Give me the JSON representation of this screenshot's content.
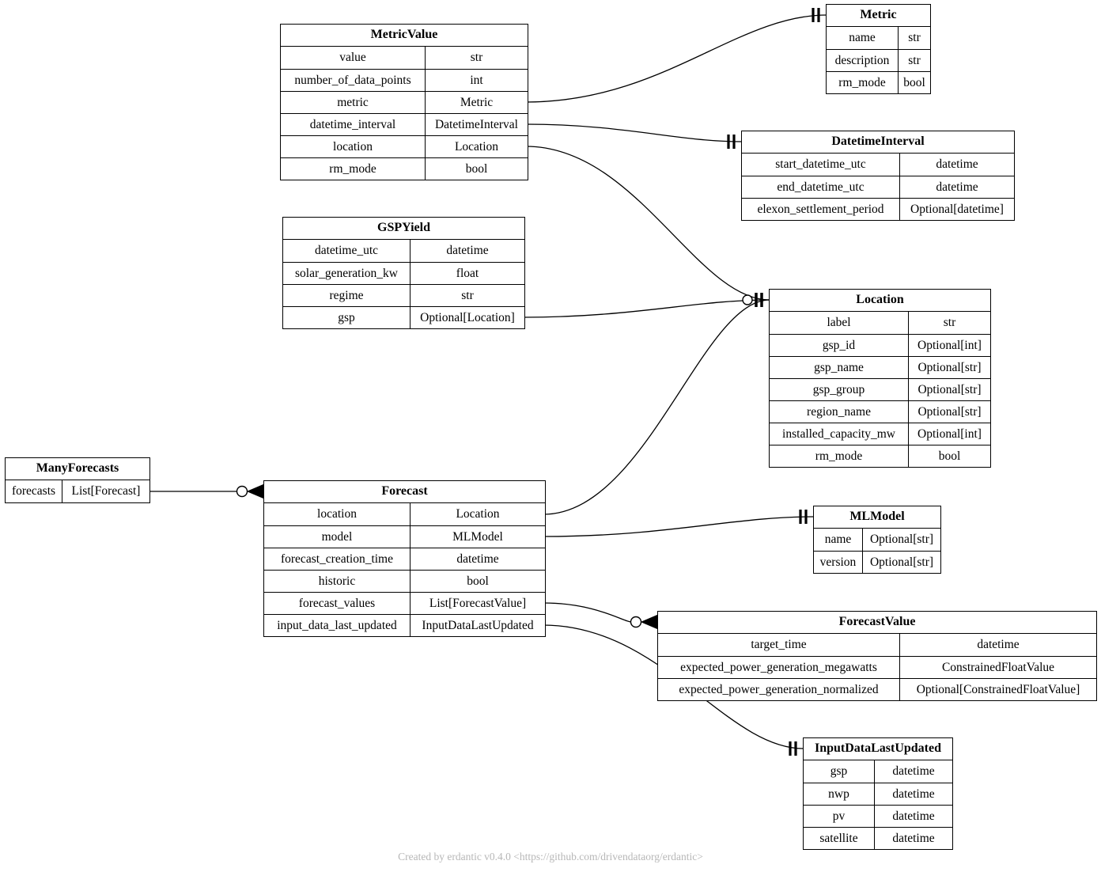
{
  "diagram": {
    "background_color": "#ffffff",
    "line_color": "#000000"
  },
  "entities": [
    {
      "id": "MetricValue",
      "title": "MetricValue",
      "fields": [
        {
          "name": "value",
          "type": "str"
        },
        {
          "name": "number_of_data_points",
          "type": "int"
        },
        {
          "name": "metric",
          "type": "Metric"
        },
        {
          "name": "datetime_interval",
          "type": "DatetimeInterval"
        },
        {
          "name": "location",
          "type": "Location"
        },
        {
          "name": "rm_mode",
          "type": "bool"
        }
      ]
    },
    {
      "id": "Metric",
      "title": "Metric",
      "fields": [
        {
          "name": "name",
          "type": "str"
        },
        {
          "name": "description",
          "type": "str"
        },
        {
          "name": "rm_mode",
          "type": "bool"
        }
      ]
    },
    {
      "id": "DatetimeInterval",
      "title": "DatetimeInterval",
      "fields": [
        {
          "name": "start_datetime_utc",
          "type": "datetime"
        },
        {
          "name": "end_datetime_utc",
          "type": "datetime"
        },
        {
          "name": "elexon_settlement_period",
          "type": "Optional[datetime]"
        }
      ]
    },
    {
      "id": "GSPYield",
      "title": "GSPYield",
      "fields": [
        {
          "name": "datetime_utc",
          "type": "datetime"
        },
        {
          "name": "solar_generation_kw",
          "type": "float"
        },
        {
          "name": "regime",
          "type": "str"
        },
        {
          "name": "gsp",
          "type": "Optional[Location]"
        }
      ]
    },
    {
      "id": "Location",
      "title": "Location",
      "fields": [
        {
          "name": "label",
          "type": "str"
        },
        {
          "name": "gsp_id",
          "type": "Optional[int]"
        },
        {
          "name": "gsp_name",
          "type": "Optional[str]"
        },
        {
          "name": "gsp_group",
          "type": "Optional[str]"
        },
        {
          "name": "region_name",
          "type": "Optional[str]"
        },
        {
          "name": "installed_capacity_mw",
          "type": "Optional[int]"
        },
        {
          "name": "rm_mode",
          "type": "bool"
        }
      ]
    },
    {
      "id": "ManyForecasts",
      "title": "ManyForecasts",
      "fields": [
        {
          "name": "forecasts",
          "type": "List[Forecast]"
        }
      ]
    },
    {
      "id": "Forecast",
      "title": "Forecast",
      "fields": [
        {
          "name": "location",
          "type": "Location"
        },
        {
          "name": "model",
          "type": "MLModel"
        },
        {
          "name": "forecast_creation_time",
          "type": "datetime"
        },
        {
          "name": "historic",
          "type": "bool"
        },
        {
          "name": "forecast_values",
          "type": "List[ForecastValue]"
        },
        {
          "name": "input_data_last_updated",
          "type": "InputDataLastUpdated"
        }
      ]
    },
    {
      "id": "MLModel",
      "title": "MLModel",
      "fields": [
        {
          "name": "name",
          "type": "Optional[str]"
        },
        {
          "name": "version",
          "type": "Optional[str]"
        }
      ]
    },
    {
      "id": "ForecastValue",
      "title": "ForecastValue",
      "fields": [
        {
          "name": "target_time",
          "type": "datetime"
        },
        {
          "name": "expected_power_generation_megawatts",
          "type": "ConstrainedFloatValue"
        },
        {
          "name": "expected_power_generation_normalized",
          "type": "Optional[ConstrainedFloatValue]"
        }
      ]
    },
    {
      "id": "InputDataLastUpdated",
      "title": "InputDataLastUpdated",
      "fields": [
        {
          "name": "gsp",
          "type": "datetime"
        },
        {
          "name": "nwp",
          "type": "datetime"
        },
        {
          "name": "pv",
          "type": "datetime"
        },
        {
          "name": "satellite",
          "type": "datetime"
        }
      ]
    }
  ],
  "edges": [
    {
      "from": "MetricValue",
      "from_field": "metric",
      "to": "Metric",
      "cardinality": "one"
    },
    {
      "from": "MetricValue",
      "from_field": "datetime_interval",
      "to": "DatetimeInterval",
      "cardinality": "one"
    },
    {
      "from": "MetricValue",
      "from_field": "location",
      "to": "Location",
      "cardinality": "one"
    },
    {
      "from": "GSPYield",
      "from_field": "gsp",
      "to": "Location",
      "cardinality": "zero-one"
    },
    {
      "from": "Forecast",
      "from_field": "location",
      "to": "Location",
      "cardinality": "one"
    },
    {
      "from": "Forecast",
      "from_field": "model",
      "to": "MLModel",
      "cardinality": "one"
    },
    {
      "from": "Forecast",
      "from_field": "forecast_values",
      "to": "ForecastValue",
      "cardinality": "zero-many"
    },
    {
      "from": "Forecast",
      "from_field": "input_data_last_updated",
      "to": "InputDataLastUpdated",
      "cardinality": "one"
    },
    {
      "from": "ManyForecasts",
      "from_field": "forecasts",
      "to": "Forecast",
      "cardinality": "zero-many"
    }
  ],
  "footer": {
    "text": "Created by erdantic v0.4.0 <https://github.com/drivendataorg/erdantic>",
    "color": "#b7b7b7"
  }
}
